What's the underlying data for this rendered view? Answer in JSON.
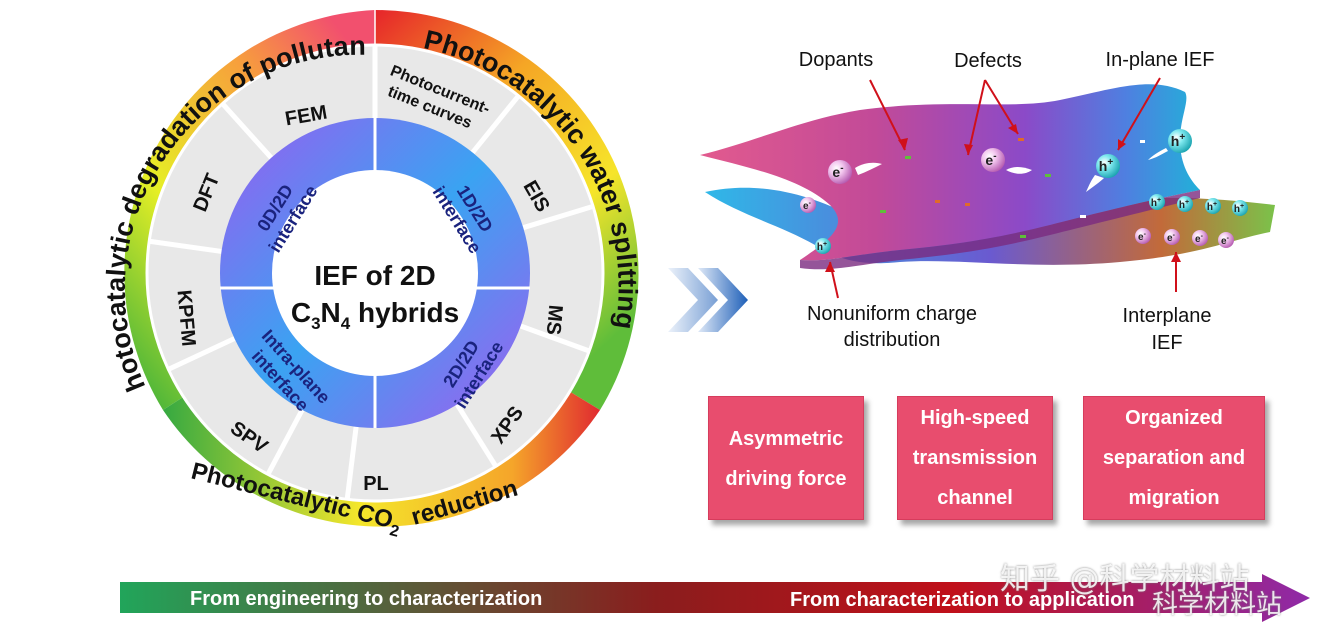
{
  "wheel": {
    "outer_ring": [
      "Photocatalytic degradation of pollutants",
      "Photocatalytic water splitting",
      "Photocatalytic CO",
      "reduction"
    ],
    "co2_subscript": "2",
    "characterization": [
      "FEM",
      "Photocurrent-",
      "time curves",
      "EIS",
      "MS",
      "XPS",
      "PL",
      "SPV",
      "KPFM",
      "DFT"
    ],
    "interfaces": [
      "0D/2D",
      "interface",
      "1D/2D",
      "interface",
      "2D/2D",
      "interface",
      "Intra-plane",
      "interface"
    ],
    "center": {
      "line1": "IEF of 2D",
      "c": "C",
      "sub3": "3",
      "n": "N",
      "sub4": "4",
      "rest": " hybrids"
    }
  },
  "sheet": {
    "labels": {
      "dopants": "Dopants",
      "defects": "Defects",
      "inplane": "In-plane IEF",
      "nonuniform1": "Nonuniform charge",
      "nonuniform2": "distribution",
      "interplane1": "Interplane",
      "interplane2": "IEF"
    },
    "charges": {
      "electron": "e",
      "hole": "h",
      "minus": "-",
      "plus": "+"
    }
  },
  "boxes": [
    [
      "Asymmetric",
      "driving force"
    ],
    [
      "High-speed",
      "transmission",
      "channel"
    ],
    [
      "Organized",
      "separation and",
      "migration"
    ]
  ],
  "arrow_bar": {
    "left": "From engineering to characterization",
    "right": "From characterization to application"
  },
  "watermarks": [
    "知乎 @科学材料站",
    "科学材料站"
  ],
  "colors": {
    "box_fill": "#e84d6e",
    "inner_ring_blue": "#3aa0f0",
    "inner_ring_purple": "#9a5cf0",
    "arrow_green": "#2fa84f",
    "arrow_red": "#b01010",
    "arrow_purple": "#8a2aa8",
    "text_navy": "#1a237e"
  }
}
